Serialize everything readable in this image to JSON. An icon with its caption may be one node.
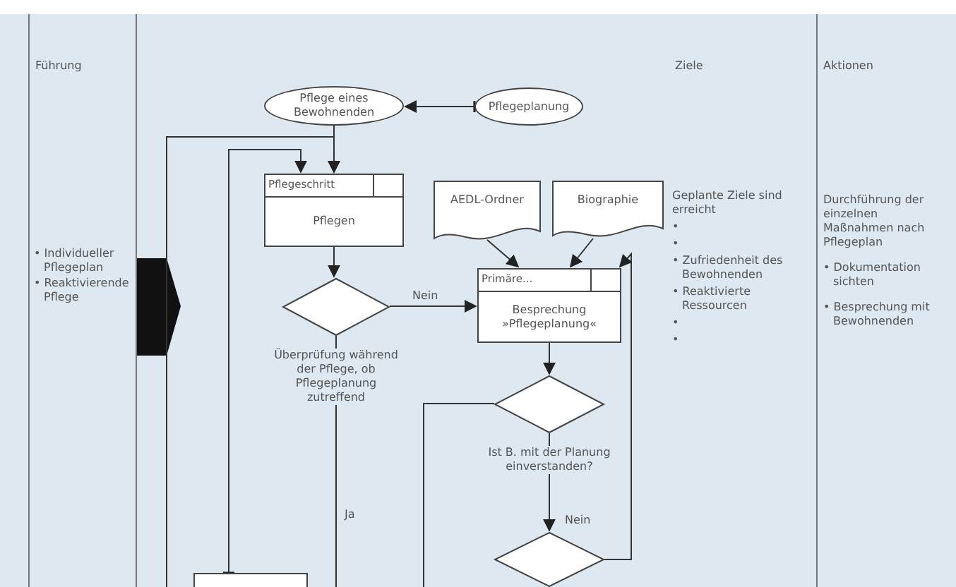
{
  "diagram": {
    "nodes": [
      {
        "text": [
          "Pflege eines Bewohnenden"
        ]
      },
      {
        "text": [
          "Pflegeplanung"
        ]
      },
      {
        "text": [
          "Pflegeschritt",
          "Pflegen"
        ]
      },
      {
        "text": [],
        "shape": "diamond",
        "beside": [
          "Überprüfung während der Pflege, ob Pflegeplanung zutreffend"
        ]
      },
      {
        "text": [
          "Primäre...",
          "Besprechung »Pflegeplanung«"
        ]
      },
      {
        "text": [
          "AEDL-Ordner"
        ]
      },
      {
        "text": [
          "Biographie"
        ]
      },
      {
        "text": [],
        "shape": "diamond",
        "beside": [
          "Ist B. mit der Planung einverstanden?"
        ]
      },
      {
        "text": [],
        "shape": "diamond"
      },
      {
        "text": [],
        "shape": "box"
      }
    ],
    "edges": [
      {
        "from": 1,
        "to": 0,
        "arrow": "to"
      },
      {
        "from": 0,
        "to": 2,
        "arrow": "to"
      },
      {
        "from": null,
        "to": 2,
        "arrow": "to"
      },
      {
        "from": 9,
        "to": 2,
        "arrow": "to"
      },
      {
        "from": 2,
        "to": 3,
        "arrow": "to"
      },
      {
        "from": 3,
        "to": 4,
        "arrow": "to",
        "label": "Nein"
      },
      {
        "from": 3,
        "to": null,
        "arrow": "none",
        "label": "Ja"
      },
      {
        "from": 5,
        "to": 4,
        "arrow": "to"
      },
      {
        "from": 6,
        "to": 4,
        "arrow": "to"
      },
      {
        "from": 4,
        "to": 7,
        "arrow": "to"
      },
      {
        "from": 7,
        "to": null,
        "arrow": "none"
      },
      {
        "from": 7,
        "to": 8,
        "arrow": "to",
        "label": "Nein"
      },
      {
        "from": 8,
        "to": 4,
        "arrow": "to"
      }
    ],
    "labels": [
      "Führung",
      "Ziele",
      "Aktionen",
      "• Individueller Pflegeplan",
      "• Reaktivierende Pflege",
      "Geplante Ziele sind erreicht",
      "•",
      "•",
      "• Zufriedenheit des Bewohnenden",
      "• Reaktivierte Ressourcen",
      "•",
      "•",
      "Durchführung der einzelnen Maßnahmen nach Pflegeplan",
      "• Dokumentation sichten",
      "• Besprechung mit Bewohnenden"
    ]
  }
}
